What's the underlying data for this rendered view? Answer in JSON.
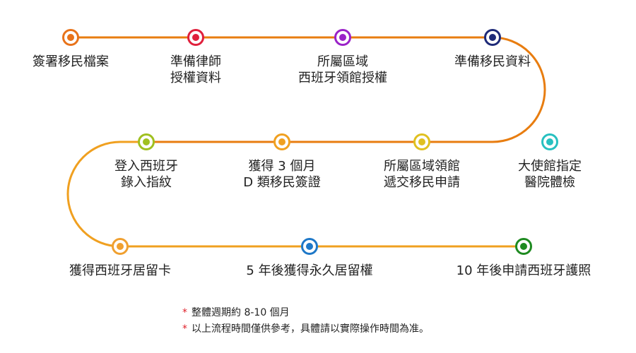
{
  "colors": {
    "track": "#e87d10",
    "track_lower": "#f0a020"
  },
  "steps": [
    {
      "lines": [
        "簽署移民檔案"
      ],
      "color": "#e8731a"
    },
    {
      "lines": [
        "準備律師",
        "授權資料"
      ],
      "color": "#e0203c"
    },
    {
      "lines": [
        "所屬區域",
        "西班牙領館授權"
      ],
      "color": "#9a22c8"
    },
    {
      "lines": [
        "準備移民資料"
      ],
      "color": "#1e2a78"
    },
    {
      "lines": [
        "大使館指定",
        "醫院體檢"
      ],
      "color": "#27c0c0"
    },
    {
      "lines": [
        "所屬區域領館",
        "遞交移民申請"
      ],
      "color": "#e0c020"
    },
    {
      "lines": [
        "獲得 3 個月",
        "D 類移民簽證"
      ],
      "color": "#f0a020"
    },
    {
      "lines": [
        "登入西班牙",
        "錄入指紋"
      ],
      "color": "#a0c020"
    },
    {
      "lines": [
        "獲得西班牙居留卡"
      ],
      "color": "#f0a030"
    },
    {
      "lines": [
        "5 年後獲得永久居留權"
      ],
      "color": "#1e78c8"
    },
    {
      "lines": [
        "10 年後申請西班牙護照"
      ],
      "color": "#1e8a20"
    }
  ],
  "notes": [
    {
      "star": "*",
      "text": "整體週期約 8-10 個月"
    },
    {
      "star": "*",
      "text": "以上流程時間僅供參考，具體請以實際操作時間為准。"
    }
  ]
}
